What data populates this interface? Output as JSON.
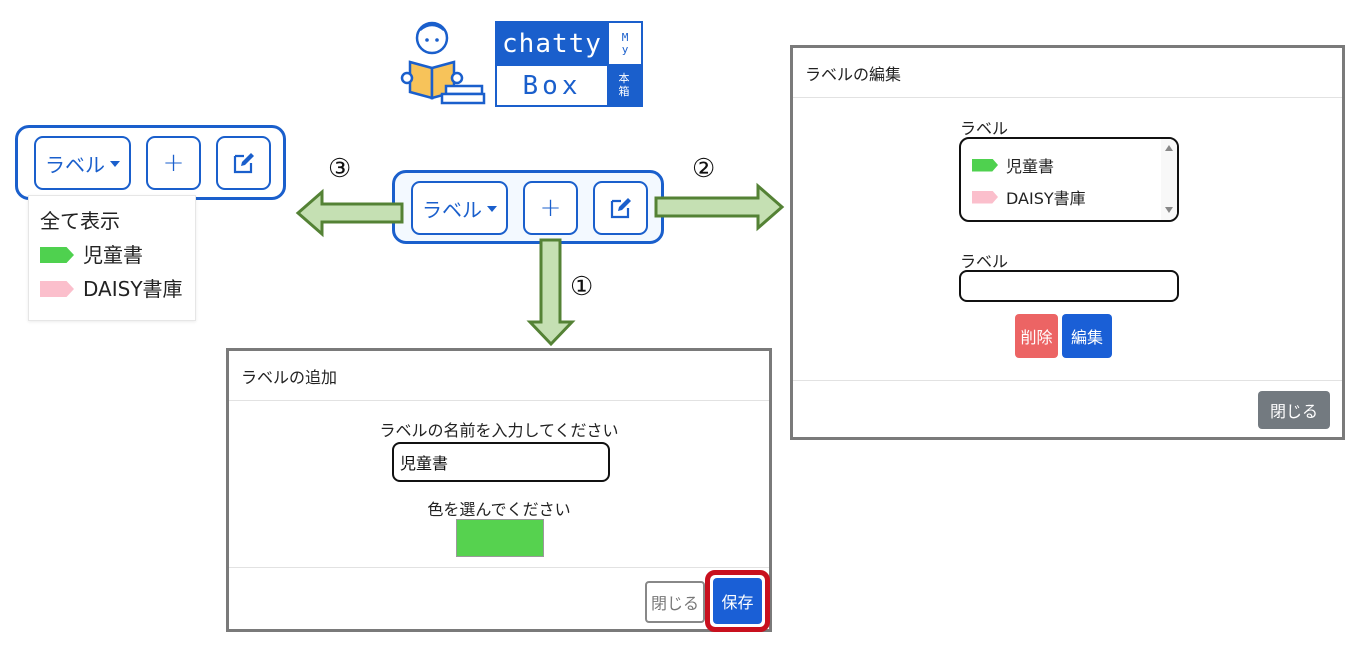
{
  "logo": {
    "word_top": "chatty",
    "word_bottom": "Box",
    "side_top": [
      "M",
      "y"
    ],
    "side_bottom": [
      "本",
      "箱"
    ]
  },
  "toolbar": {
    "label_dropdown": "ラベル",
    "add_icon": "plus-icon",
    "edit_icon": "pencil-square-icon"
  },
  "step_markers": {
    "add": "①",
    "edit": "②",
    "filter": "③"
  },
  "label_dropdown_menu": {
    "items": [
      {
        "label": "全て表示",
        "color": null
      },
      {
        "label": "児童書",
        "color": "#4fd14f"
      },
      {
        "label": "DAISY書庫",
        "color": "#fbbfcc"
      }
    ]
  },
  "add_label_modal": {
    "title": "ラベルの追加",
    "name_prompt": "ラベルの名前を入力してください",
    "name_value": "児童書",
    "color_prompt": "色を選んでください",
    "selected_color": "#56d24f",
    "close_label": "閉じる",
    "save_label": "保存",
    "highlight_color": "#c8101e"
  },
  "edit_label_modal": {
    "title": "ラベルの編集",
    "list_label": "ラベル",
    "labels": [
      {
        "name": "児童書",
        "color": "#4fd14f"
      },
      {
        "name": "DAISY書庫",
        "color": "#fbbfcc"
      }
    ],
    "input_label": "ラベル",
    "input_value": "",
    "delete_label": "削除",
    "edit_label": "編集",
    "close_label": "閉じる"
  },
  "colors": {
    "brand_blue": "#1a5fcc",
    "arrow_fill": "#c5e0b3",
    "arrow_stroke": "#548235"
  }
}
